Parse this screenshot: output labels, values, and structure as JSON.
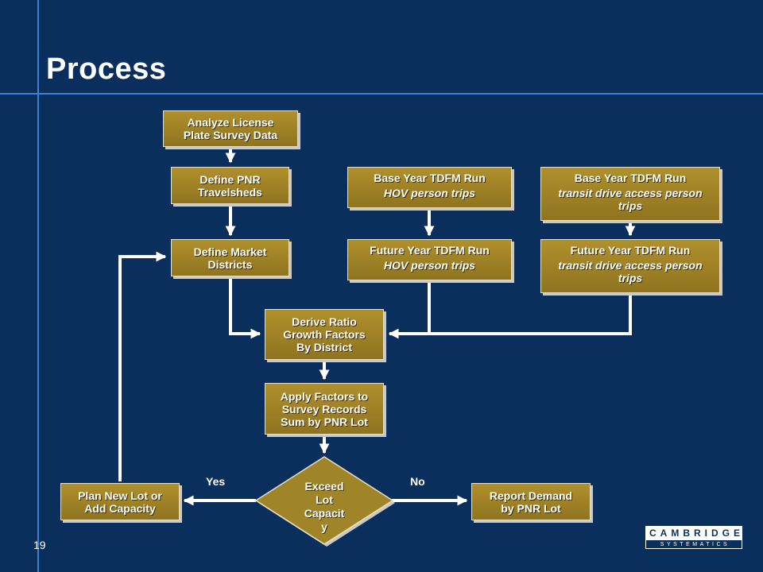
{
  "slide": {
    "title": "Process",
    "page_number": "19"
  },
  "nodes": {
    "analyze": {
      "line1": "Analyze License",
      "line2": "Plate Survey Data"
    },
    "define_pnr": {
      "line1": "Define PNR",
      "line2": "Travelsheds"
    },
    "define_market": {
      "line1": "Define Market",
      "line2": "Districts"
    },
    "base_hov": {
      "title": "Base Year TDFM Run",
      "sub": "HOV person trips"
    },
    "future_hov": {
      "title": "Future Year TDFM Run",
      "sub": "HOV person trips"
    },
    "base_transit": {
      "title": "Base Year TDFM Run",
      "sub": "transit drive access person trips"
    },
    "future_transit": {
      "title": "Future Year TDFM Run",
      "sub": "transit drive access person trips"
    },
    "derive": {
      "line1": "Derive Ratio",
      "line2": "Growth Factors",
      "line3": "By District"
    },
    "apply": {
      "line1": "Apply Factors to",
      "line2": "Survey Records",
      "line3": "Sum by PNR Lot"
    },
    "exceed": {
      "line1": "Exceed",
      "line2": "Lot",
      "line3": "Capacit",
      "line4": "y"
    },
    "plan": {
      "line1": "Plan New Lot or",
      "line2": "Add Capacity"
    },
    "report": {
      "line1": "Report Demand",
      "line2": "by PNR Lot"
    }
  },
  "edge_labels": {
    "yes": "Yes",
    "no": "No"
  },
  "logo": {
    "name": "CAMBRIDGE",
    "sub": "SYSTEMATICS"
  },
  "colors": {
    "background": "#0b2f5c",
    "box": "#a08428",
    "rule": "#3d7fd0",
    "connector": "#ffffff"
  }
}
